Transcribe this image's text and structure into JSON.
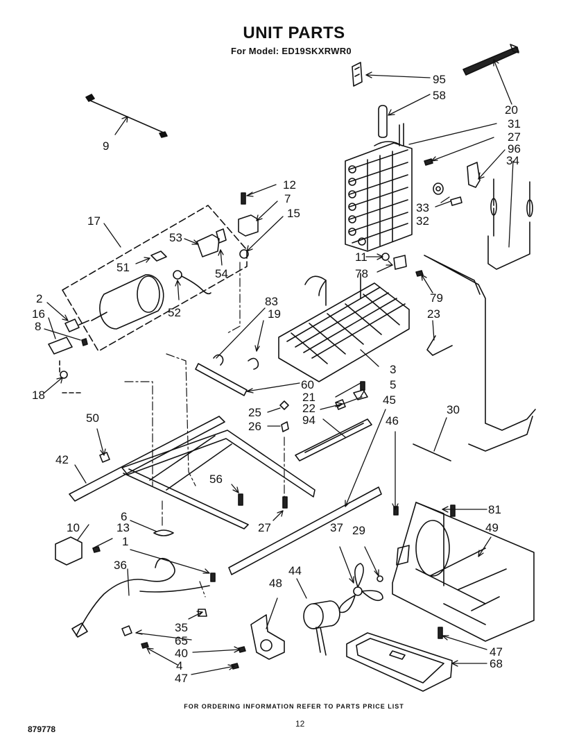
{
  "header": {
    "title": "UNIT PARTS",
    "subtitle": "For Model: ED19SKXRWR0"
  },
  "footer": {
    "note": "FOR ORDERING INFORMATION REFER TO PARTS PRICE LIST",
    "page_number": "12",
    "drawing_number": "879778"
  },
  "callouts": {
    "c95": "95",
    "c58": "58",
    "c20": "20",
    "c31": "31",
    "c27a": "27",
    "c96": "96",
    "c34": "34",
    "c9": "9",
    "c12": "12",
    "c7": "7",
    "c15": "15",
    "c17": "17",
    "c53": "53",
    "c51": "51",
    "c54": "54",
    "c52": "52",
    "c33": "33",
    "c32": "32",
    "c11": "11",
    "c78": "78",
    "c79": "79",
    "c23": "23",
    "c2": "2",
    "c16": "16",
    "c8": "8",
    "c18": "18",
    "c83": "83",
    "c19": "19",
    "c3": "3",
    "c60": "60",
    "c21": "21",
    "c5": "5",
    "c22": "22",
    "c45": "45",
    "c25": "25",
    "c94": "94",
    "c26": "26",
    "c46": "46",
    "c30": "30",
    "c50": "50",
    "c42": "42",
    "c56": "56",
    "c6": "6",
    "c27b": "27",
    "c10": "10",
    "c13": "13",
    "c1": "1",
    "c81": "81",
    "c49": "49",
    "c37": "37",
    "c29": "29",
    "c36": "36",
    "c44": "44",
    "c48": "48",
    "c35": "35",
    "c65": "65",
    "c40": "40",
    "c4": "4",
    "c47a": "47",
    "c47b": "47",
    "c68": "68"
  }
}
